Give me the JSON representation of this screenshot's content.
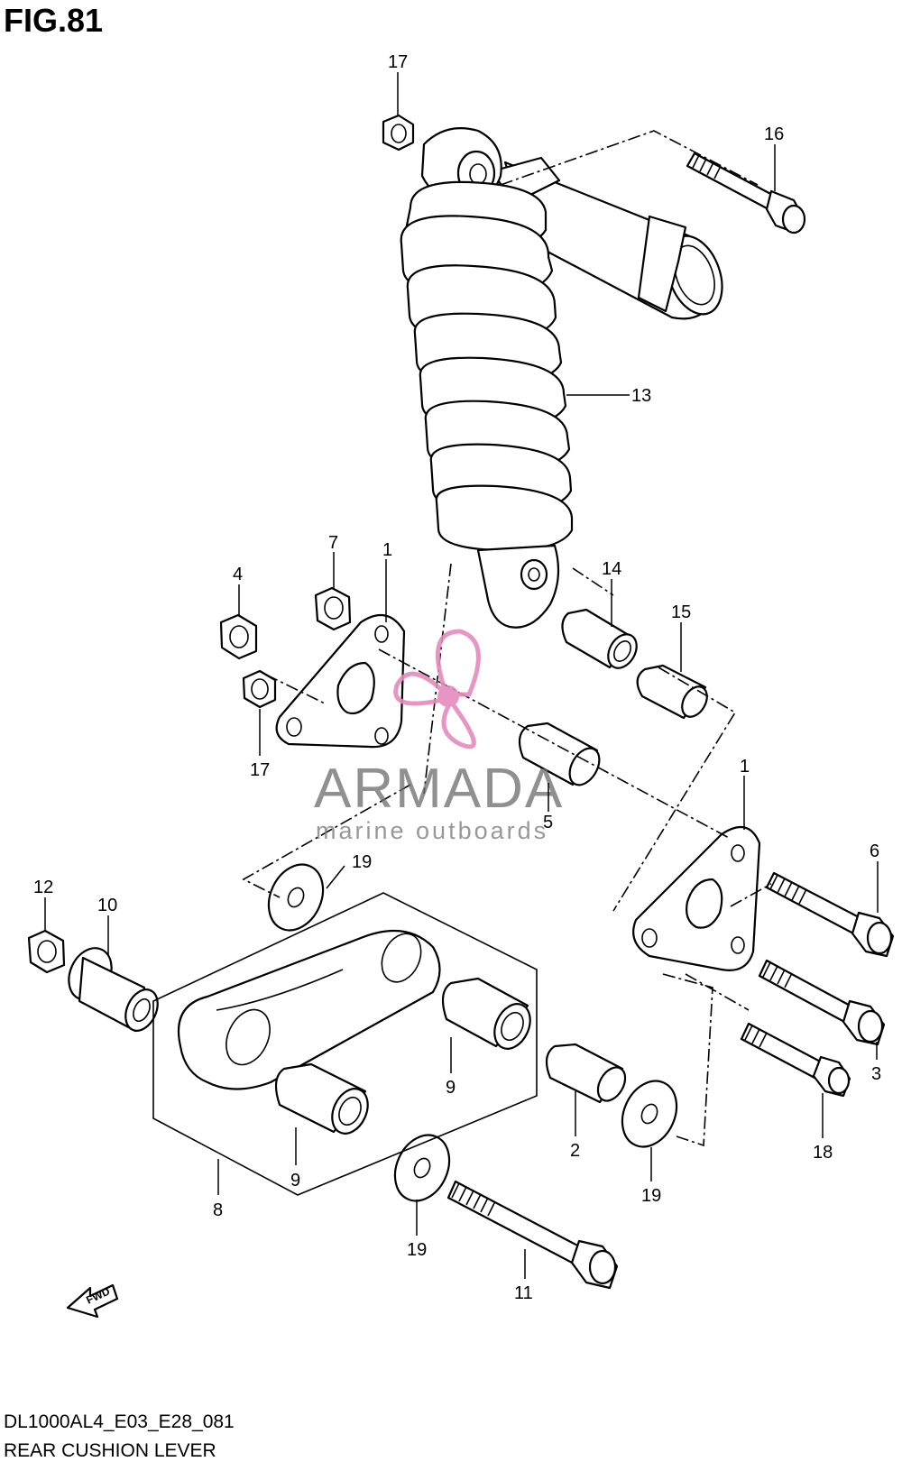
{
  "figure": {
    "title": "FIG.81",
    "model_code": "DL1000AL4_E03_E28_081",
    "section_name": "REAR CUSHION LEVER"
  },
  "watermark": {
    "brand": "ARMADA",
    "tagline": "marine outboards",
    "accent_color": "#e58bbd"
  },
  "direction_marker": {
    "label": "FWD"
  },
  "callouts": [
    {
      "id": "c17a",
      "number": "17"
    },
    {
      "id": "c16",
      "number": "16"
    },
    {
      "id": "c13",
      "number": "13"
    },
    {
      "id": "c7",
      "number": "7"
    },
    {
      "id": "c1a",
      "number": "1"
    },
    {
      "id": "c4",
      "number": "4"
    },
    {
      "id": "c14",
      "number": "14"
    },
    {
      "id": "c15",
      "number": "15"
    },
    {
      "id": "c17b",
      "number": "17"
    },
    {
      "id": "c5",
      "number": "5"
    },
    {
      "id": "c1b",
      "number": "1"
    },
    {
      "id": "c19a",
      "number": "19"
    },
    {
      "id": "c6",
      "number": "6"
    },
    {
      "id": "c12",
      "number": "12"
    },
    {
      "id": "c10",
      "number": "10"
    },
    {
      "id": "c9a",
      "number": "9"
    },
    {
      "id": "c3",
      "number": "3"
    },
    {
      "id": "c2",
      "number": "2"
    },
    {
      "id": "c18",
      "number": "18"
    },
    {
      "id": "c9b",
      "number": "9"
    },
    {
      "id": "c8",
      "number": "8"
    },
    {
      "id": "c19b",
      "number": "19"
    },
    {
      "id": "c19c",
      "number": "19"
    },
    {
      "id": "c11",
      "number": "11"
    }
  ]
}
